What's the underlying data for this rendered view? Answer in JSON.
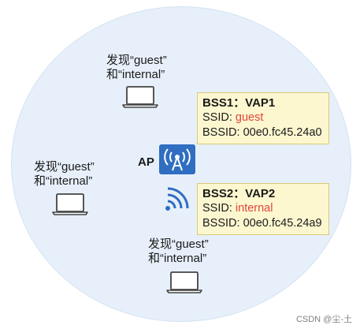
{
  "clients": [
    {
      "line1": "发现“guest”",
      "line2": "和“internal”"
    },
    {
      "line1": "发现“guest”",
      "line2": "和“internal”"
    },
    {
      "line1": "发现“guest”",
      "line2": "和“internal”"
    }
  ],
  "ap": {
    "label": "AP"
  },
  "vap1": {
    "title": "BSS1：VAP1",
    "ssid_label": "SSID: ",
    "ssid_value": "guest",
    "bssid_label": "BSSID: ",
    "bssid_value": "00e0.fc45.24a0"
  },
  "vap2": {
    "title": "BSS2：VAP2",
    "ssid_label": "SSID: ",
    "ssid_value": "internal",
    "bssid_label": "BSSID: ",
    "bssid_value": "00e0.fc45.24a9"
  },
  "watermark": "CSDN @尘-土",
  "colors": {
    "bubble": "#e7f0fa",
    "ap_blue": "#2f6ec1",
    "ssid_red": "#e0463c",
    "box_fill": "#fdf7d0"
  },
  "icons": [
    "laptop-icon",
    "wifi-ap-icon",
    "wifi-signal-icon"
  ]
}
